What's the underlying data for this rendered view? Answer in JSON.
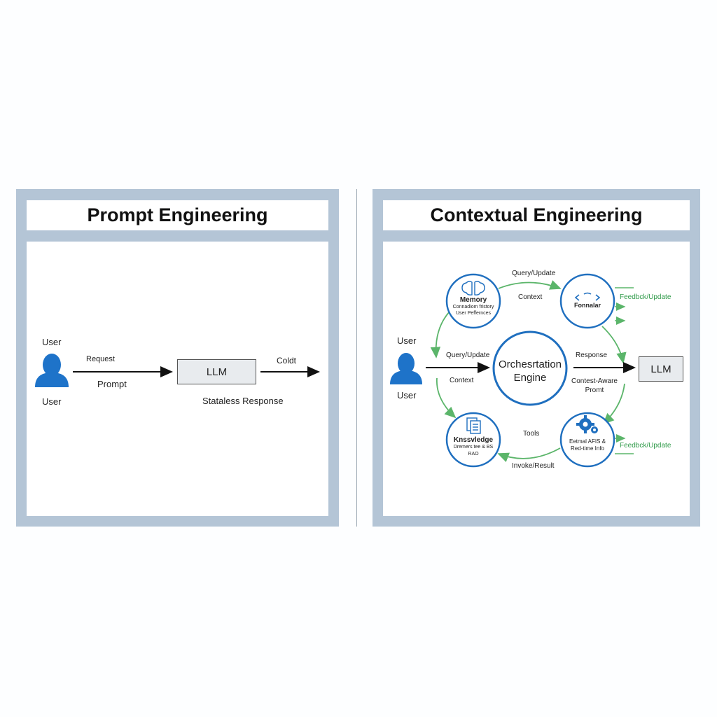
{
  "left_panel": {
    "title": "Prompt Engineering",
    "user_label_top": "User",
    "user_label_bottom": "User",
    "request_label": "Request",
    "prompt_label": "Prompt",
    "llm_label": "LLM",
    "output_label": "Coldt",
    "stateless_label": "Stataless Response"
  },
  "right_panel": {
    "title": "Contextual Engineering",
    "user_label_top": "User",
    "user_label_bottom": "User",
    "center_line1": "Orchesrtation",
    "center_line2": "Engine",
    "memory": {
      "title": "Memory",
      "line1": "Connadiom fristory",
      "line2": "User Peffernces"
    },
    "tool_node": {
      "title": "Fonnalar"
    },
    "knowledge": {
      "title": "Knssvledge",
      "line1": "Dremers tee & BS",
      "line2": "RAO"
    },
    "external": {
      "line1": "Eetmal AFIS &",
      "line2": "Red-time Info"
    },
    "top_arc_label": "Query/Update",
    "context_top_label": "Context",
    "feedback_top": "Feedbck/Update",
    "query_update_left": "Query/Update",
    "context_left": "Context",
    "response_label": "Response",
    "context_aware_line1": "Contest-Aware",
    "context_aware_line2": "Promt",
    "llm_label": "LLM",
    "tools_label": "Tools",
    "invoke_label": "Invoke/Result",
    "feedback_bottom": "Feedbck/Update"
  },
  "colors": {
    "panel_border": "#b4c5d6",
    "node_blue": "#1f6fbf",
    "arrow_green": "#5bb56a",
    "user_blue": "#1e73c9"
  },
  "icons": {
    "user": "person-icon",
    "memory": "brain-icon",
    "tool_node": "code-icon",
    "knowledge": "document-icon",
    "external": "gear-icon"
  }
}
